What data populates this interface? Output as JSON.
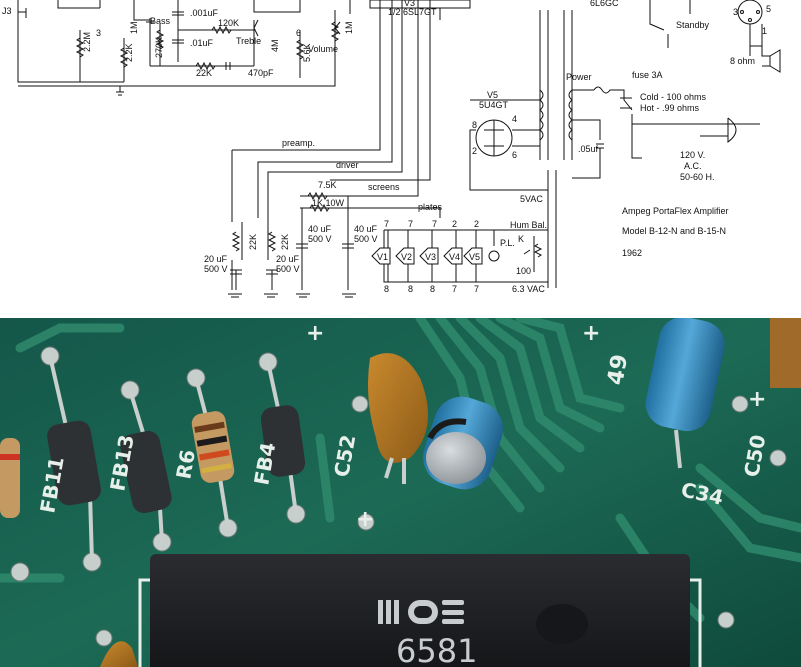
{
  "schematic": {
    "labels": {
      "j3": "J3",
      "bass": "Bass",
      "treble": "Treble",
      "volume": "Volume",
      "tube_half": "1/2 6SL7GT",
      "v3": "V3",
      "tube_6l6": "6L6GC",
      "standby": "Standby",
      "speaker": "8 ohm",
      "power": "Power",
      "fuse": "fuse 3A",
      "cold": "Cold - 100 ohms",
      "hot": "Hot - .99 ohms",
      "v5": "V5",
      "rectifier": "5U4GT",
      "preamp": "preamp.",
      "driver": "driver",
      "screens": "screens",
      "plates": "plates",
      "vac5": "5VAC",
      "line_v": "120 V.",
      "line_ac": "A.C.",
      "line_hz": "50-60 H.",
      "title1": "Ampeg PortaFlex Amplifier",
      "title2": "Model B-12-N and B-15-N",
      "year": "1962",
      "hum_bal": "Hum Bal.",
      "pl": "P.L.",
      "k": "K",
      "hum_val": "100",
      "vac63": "6.3 VAC"
    },
    "values": {
      "r22m": "2.2M",
      "r22k_a": "2.2K",
      "r1m_a": "1M",
      "r270k": "270K",
      "c001": ".001uF",
      "r120k": "120K",
      "c01": ".01uF",
      "r22k_b": "22K",
      "c470p": "470pF",
      "r4m": "4M",
      "r56k": "5.6K",
      "r1m_b": "1M",
      "c05": ".05uf",
      "r75k": "7.5K",
      "r1k": "1K 10W",
      "cap20_a_val": "20 uF",
      "cap20_a_v": "500 V",
      "r22k_c": "22K",
      "r22k_d": "22K",
      "cap20_b_val": "20 uF",
      "cap20_b_v": "500 V",
      "cap40_a_val": "40 uF",
      "cap40_a_v": "500 V",
      "cap40_b_val": "40 uF",
      "cap40_b_v": "500 V"
    },
    "pins": {
      "p3": "3",
      "p6": "6",
      "p8a": "8",
      "p4": "4",
      "p2a": "2",
      "p6b": "6",
      "p1": "1",
      "p3b": "3",
      "p5": "5",
      "heater_top": [
        "7",
        "7",
        "7",
        "2",
        "2"
      ],
      "heater_bottom": [
        "8",
        "8",
        "8",
        "7",
        "7"
      ]
    },
    "tubes": [
      "V1",
      "V2",
      "V3",
      "V4",
      "V5"
    ]
  },
  "photo": {
    "silkscreen": {
      "fb11": "FB11",
      "fb13": "FB13",
      "r6": "R6",
      "fb4": "FB4",
      "c52": "C52",
      "c50": "C50",
      "c34": "C34",
      "num49": "49",
      "plus": "+"
    },
    "chip": {
      "part": "6581"
    },
    "colors": {
      "pcb": "#1c6a55",
      "trace": "#2f8a6c",
      "silk": "#e6efe9",
      "chip": "#1e1f22",
      "ceramic": "#b4781f",
      "electrolytic": "#2f86bd"
    }
  }
}
